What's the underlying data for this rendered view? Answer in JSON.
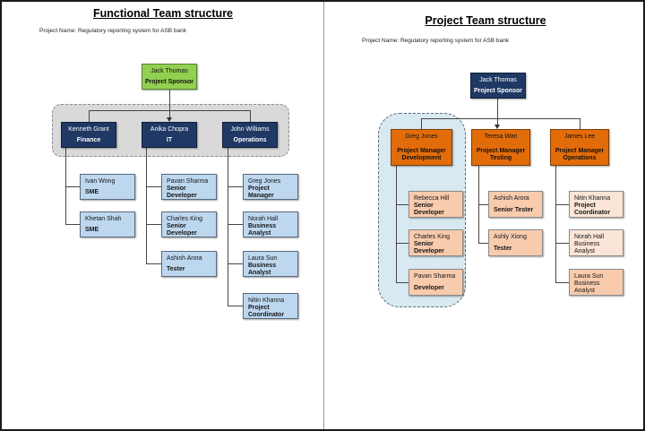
{
  "colors": {
    "sponsor_green": "#92D050",
    "navy": "#1F3864",
    "functional_member_blue": "#BDD7EE",
    "project_manager_orange": "#E36C0A",
    "project_member_peach": "#F8CBAD",
    "project_member_peach_light": "#FBE5D6",
    "functional_container_gray": "#D9D9D9",
    "dev_team_container_blue": "#D9E9F1"
  },
  "left": {
    "title": "Functional Team structure",
    "subtitle": "Project Name: Regulatory reporting system for ASB bank",
    "sponsor": {
      "name": "Jack Thomas",
      "role": "Project Sponsor"
    },
    "managers": [
      {
        "name": "Kenneth Grant",
        "role": "Finance",
        "reports": [
          {
            "name": "Ivan Wong",
            "role": "SME"
          },
          {
            "name": "Khetan Shah",
            "role": "SME"
          }
        ]
      },
      {
        "name": "Anika Chopra",
        "role": "IT",
        "reports": [
          {
            "name": "Pavan Sharma",
            "role": "Senior Developer"
          },
          {
            "name": "Charles King",
            "role": "Senior Developer"
          },
          {
            "name": "Ashish Arora",
            "role": "Tester"
          }
        ]
      },
      {
        "name": "John Williams",
        "role": "Operations",
        "reports": [
          {
            "name": "Greg Jones",
            "role": "Project Manager"
          },
          {
            "name": "Norah Hall",
            "role": "Business Analyst"
          },
          {
            "name": "Laura Sun",
            "role": "Business Analyst"
          },
          {
            "name": "Nitin Khanna",
            "role": "Project Coordinator"
          }
        ]
      }
    ]
  },
  "right": {
    "title": "Project Team structure",
    "subtitle": "Project Name: Regulatory reporting system for ASB bank",
    "sponsor": {
      "name": "Jack Thomas",
      "role": "Project Sponsor"
    },
    "managers": [
      {
        "name": "Greg Jones",
        "role1": "Project Manager",
        "role2": "Development",
        "reports": [
          {
            "name": "Rebecca Hill",
            "role": "Senior Developer"
          },
          {
            "name": "Charles King",
            "role": "Senior Developer"
          },
          {
            "name": "Pavan Sharma",
            "role": "Developer"
          }
        ]
      },
      {
        "name": "Teresa Wan",
        "role1": "Project Manager",
        "role2": "Testing",
        "reports": [
          {
            "name": "Ashish Arora",
            "role": "Senior Tester"
          },
          {
            "name": "Ashly Xiong",
            "role": "Tester"
          }
        ]
      },
      {
        "name": "James Lee",
        "role1": "Project Manager",
        "role2": "Operations",
        "reports": [
          {
            "name": "Nitin Khanna",
            "role": "Project Coordinator"
          },
          {
            "name": "Norah Hall",
            "role": "Business Analyst"
          },
          {
            "name": "Laura Sun",
            "role": "Business Analyst"
          }
        ]
      }
    ]
  }
}
